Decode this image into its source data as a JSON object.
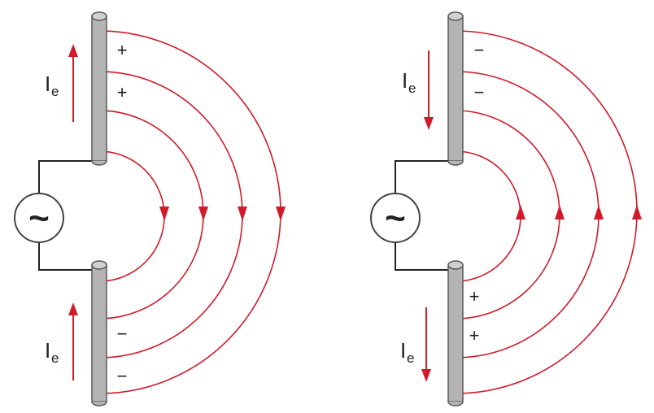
{
  "colors": {
    "field_line": "#d11a2a",
    "rod_fill": "#b4b4b4",
    "rod_stroke": "#5a5a5a",
    "wire": "#222222",
    "source_symbol": "#d11a2a",
    "current_arrow": "#d11a2a",
    "text": "#222222"
  },
  "panels": [
    {
      "id": "left",
      "source_symbol": "~",
      "current_label": "I",
      "current_subscript": "e",
      "top_current_direction": "up",
      "bottom_current_direction": "up",
      "top_signs": [
        "+",
        "+"
      ],
      "bottom_signs": [
        "−",
        "−"
      ],
      "field_arrow_direction": "down"
    },
    {
      "id": "right",
      "source_symbol": "~",
      "current_label": "I",
      "current_subscript": "e",
      "top_current_direction": "down",
      "bottom_current_direction": "down",
      "top_signs": [
        "−",
        "−"
      ],
      "bottom_signs": [
        "+",
        "+"
      ],
      "field_arrow_direction": "up"
    }
  ]
}
